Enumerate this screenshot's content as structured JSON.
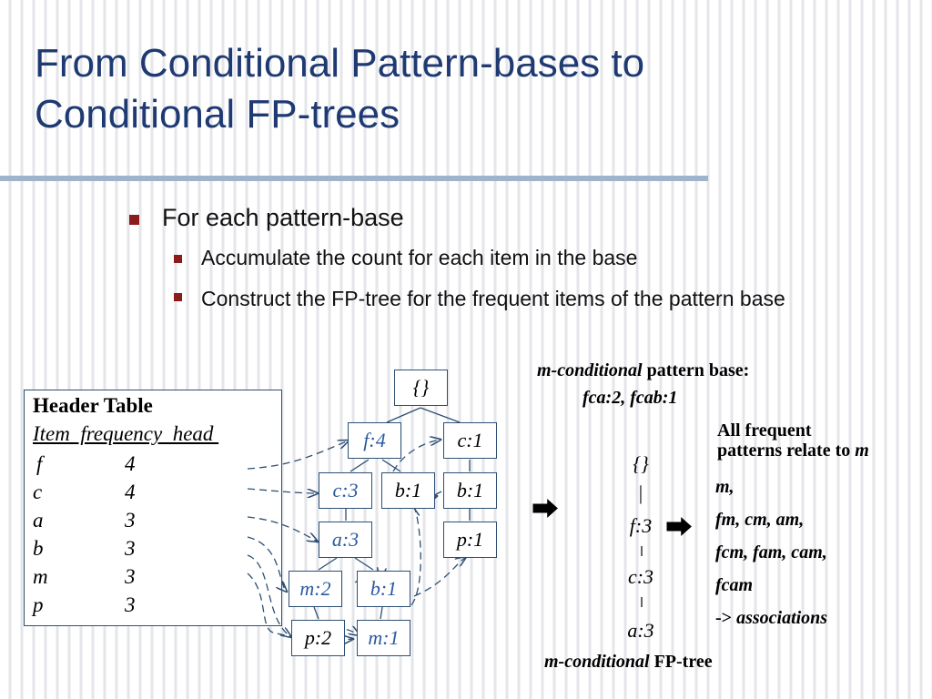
{
  "title": "From Conditional Pattern-bases to Conditional FP-trees",
  "bullets": {
    "level1": "For each pattern-base",
    "level2": [
      "Accumulate the count for each item in the base",
      "Construct the FP-tree for the frequent items of the pattern base"
    ]
  },
  "header_table": {
    "title": "Header Table",
    "columns": "Item  frequency  head ",
    "rows": [
      {
        "item": "f",
        "frequency": "4"
      },
      {
        "item": "c",
        "frequency": "4"
      },
      {
        "item": "a",
        "frequency": "3"
      },
      {
        "item": "b",
        "frequency": "3"
      },
      {
        "item": "m",
        "frequency": "3"
      },
      {
        "item": "p",
        "frequency": "3"
      }
    ]
  },
  "fp_tree": {
    "root": "{}",
    "nodes": [
      "f:4",
      "c:1",
      "c:3",
      "b:1",
      "b:1",
      "a:3",
      "p:1",
      "m:2",
      "b:1",
      "p:2",
      "m:1"
    ]
  },
  "pattern_base": {
    "label_italic": "m-conditional",
    "label_rest": " pattern base:",
    "value": "fca:2, fcab:1"
  },
  "conditional_tree": {
    "root": "{}",
    "bar": "|",
    "nodes": [
      "f:3",
      "c:3",
      "a:3"
    ],
    "label_italic": "m-conditional",
    "label_rest": " FP-tree"
  },
  "frequent_patterns": {
    "heading_line1": "All frequent",
    "heading_line2": "patterns relate to ",
    "heading_item": "m",
    "lines": [
      "m,",
      "fm, cm, am,",
      "fcm, fam, cam,",
      "fcam"
    ],
    "assoc_prefix": "-> ",
    "assoc_text": "associations"
  },
  "icons": {
    "arrow": "right-double-arrow-icon",
    "colors": {
      "title": "#1f3a73",
      "bullet": "#8b1c1c",
      "node_blue": "#2a5a9f",
      "border": "#2d4f73"
    }
  }
}
